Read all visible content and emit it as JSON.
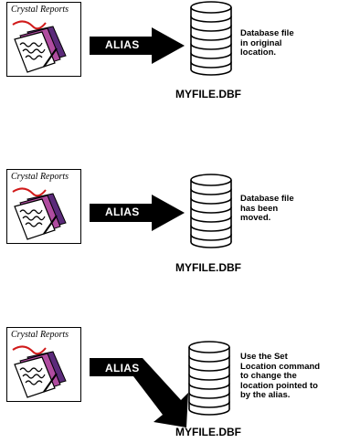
{
  "panels": [
    {
      "logo_title": "Crystal Reports",
      "alias_label": "ALIAS",
      "db_caption": "MYFILE.DBF",
      "description": "Database file\nin original\nlocation."
    },
    {
      "logo_title": "Crystal Reports",
      "alias_label": "ALIAS",
      "db_caption": "MYFILE.DBF",
      "description": "Database file\nhas been\nmoved."
    },
    {
      "logo_title": "Crystal Reports",
      "alias_label": "ALIAS",
      "db_caption": "MYFILE.DBF",
      "description": "Use the Set\nLocation command\nto change the\nlocation pointed to\nby the alias."
    }
  ]
}
